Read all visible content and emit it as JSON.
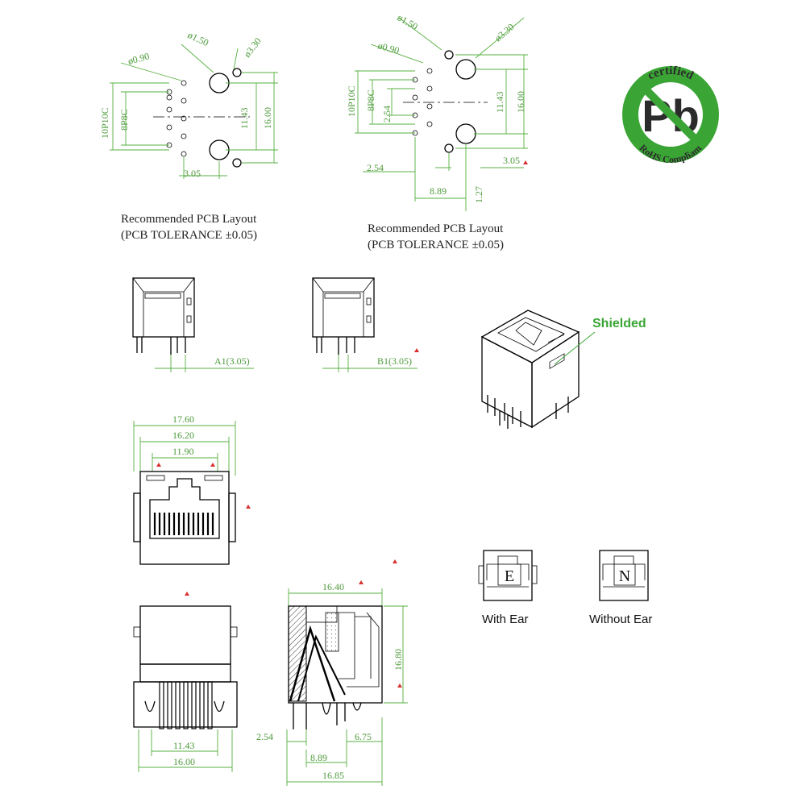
{
  "pcb_layout_left": {
    "caption_line1": "Recommended PCB Layout",
    "caption_line2": "(PCB TOLERANCE ±0.05)",
    "dims": {
      "hole_090": "ø0.90",
      "hole_150": "ø1.50",
      "hole_330": "ø3.30",
      "p10c": "10P10C",
      "p8c": "8P8C",
      "span_1143": "11.43",
      "span_1600": "16.00",
      "offset_305": "3.05"
    }
  },
  "pcb_layout_right": {
    "caption_line1": "Recommended PCB Layout",
    "caption_line2": "(PCB TOLERANCE ±0.05)",
    "dims": {
      "hole_090": "ø0.90",
      "hole_150": "ø1.50",
      "hole_330": "ø3.30",
      "p10c": "10P10C",
      "p8c": "8P8C",
      "pitch_254_v": "2.54",
      "span_1143": "11.43",
      "span_1600": "16.00",
      "offset_254": "2.54",
      "offset_305": "3.05",
      "offset_889": "8.89",
      "offset_127": "1.27"
    }
  },
  "side_views": {
    "a1": "A1(3.05)",
    "b1": "B1(3.05)"
  },
  "rohs_badge": {
    "top_text": "certified",
    "symbol": "Pb",
    "bottom_text": "RoHS Compliant"
  },
  "iso_view": {
    "label": "Shielded"
  },
  "front_view": {
    "w_1760": "17.60",
    "w_1620": "16.20",
    "w_1190": "11.90"
  },
  "bottom_front_view": {
    "w_1143": "11.43",
    "w_1600": "16.00"
  },
  "section_view": {
    "w_1640": "16.40",
    "h_1680": "16.80",
    "d_254": "2.54",
    "d_889": "8.89",
    "d_675": "6.75",
    "d_1685": "16.85"
  },
  "ear_options": [
    {
      "letter": "E",
      "label": "With Ear"
    },
    {
      "letter": "N",
      "label": "Without Ear"
    }
  ],
  "colors": {
    "dimension": "#4d9a3a",
    "badge_green": "#3aa535",
    "badge_symbol": "#2b2b2b",
    "marker": "#d9302f",
    "callout": "#3aa535"
  }
}
